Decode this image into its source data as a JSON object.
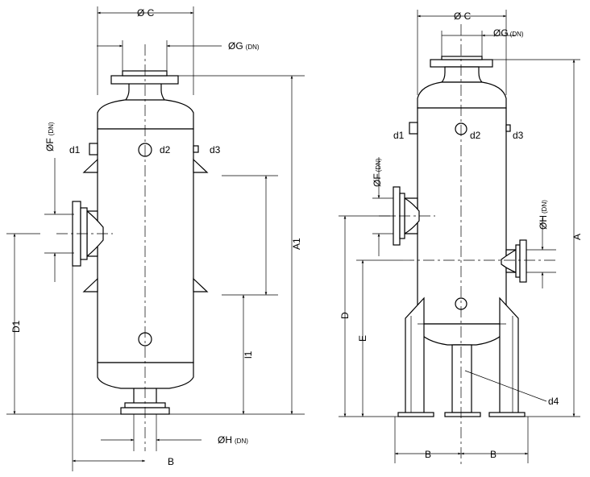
{
  "left_view": {
    "labels": {
      "c": "Ø C",
      "g": "ØG",
      "g_dn": "(DN)",
      "f": "ØF",
      "f_dn": "(DN)",
      "h": "ØH",
      "h_dn": "(DN)",
      "d1": "d1",
      "d2": "d2",
      "d3": "d3",
      "a1": "A1",
      "d1_dim": "D1",
      "l1": "l1",
      "b": "B"
    }
  },
  "right_view": {
    "labels": {
      "c": "Ø C",
      "g": "ØG",
      "g_dn": "(DN)",
      "f": "ØF",
      "f_dn": "(DN)",
      "h": "ØH",
      "h_dn": "(DN)",
      "d1": "d1",
      "d2": "d2",
      "d3": "d3",
      "d4": "d4",
      "a": "A",
      "d": "D",
      "e": "E",
      "b_left": "B",
      "b_right": "B"
    }
  }
}
